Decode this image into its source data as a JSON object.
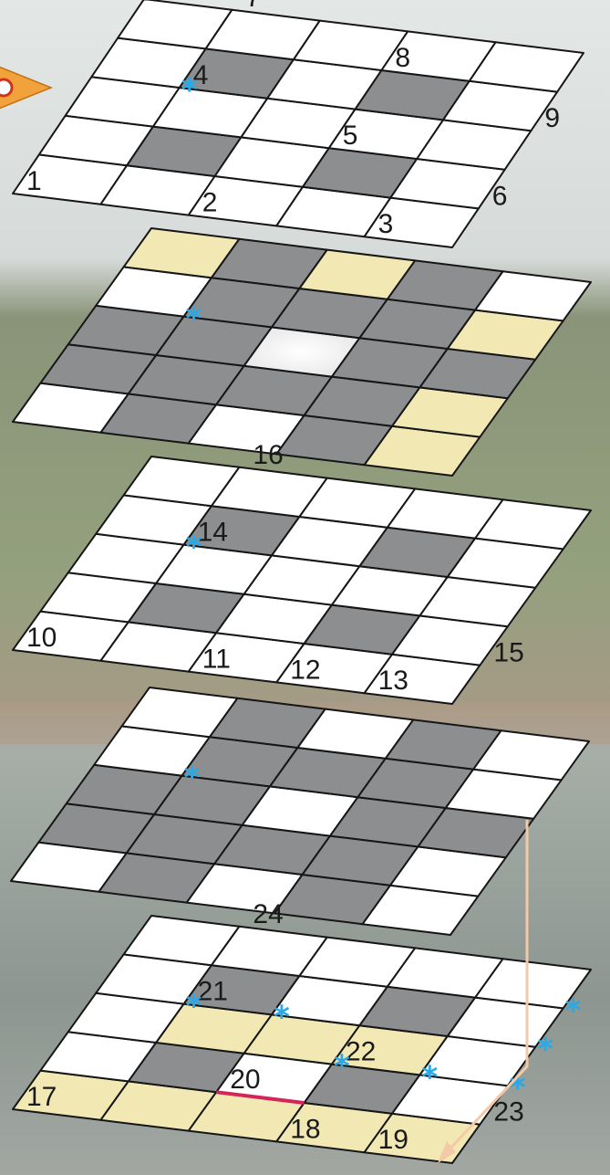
{
  "colors": {
    "white": "#ffffff",
    "gray": "#8d8e90",
    "yellow": "#f1e8b4",
    "line": "#161616",
    "star": "#29a9e8",
    "sky": "#dde2e2",
    "trees": "#7f8a70",
    "water": "#98a19d",
    "arrow": "#f2a23a",
    "guide": "#f4c9a7",
    "red_edge": "#d6245a"
  },
  "icons": {
    "arrow": "orange-pointer-arrow-icon",
    "star": "asterisk-marker-icon",
    "guide": "flow-guide-arrow-icon"
  },
  "star_char": "*",
  "layers": [
    {
      "name": "layer-1",
      "grid": [
        [
          "w",
          "w",
          "w",
          "w",
          "w"
        ],
        [
          "w",
          "g",
          "w",
          "g",
          "w"
        ],
        [
          "w",
          "w",
          "w",
          "w",
          "w"
        ],
        [
          "w",
          "g",
          "w",
          "g",
          "w"
        ],
        [
          "w",
          "w",
          "w",
          "w",
          "w"
        ]
      ],
      "labels": [
        {
          "text": "1",
          "row": 0,
          "col": 0
        },
        {
          "text": "2",
          "row": 0,
          "col": 2
        },
        {
          "text": "3",
          "row": 0,
          "col": 4
        },
        {
          "text": "4",
          "row": 3,
          "col": 1
        },
        {
          "text": "5",
          "row": 2,
          "col": 3
        },
        {
          "text": "6",
          "row": 1,
          "col": 5
        },
        {
          "text": "7",
          "row": 5,
          "col": 1
        },
        {
          "text": "8",
          "row": 4,
          "col": 3
        },
        {
          "text": "9",
          "row": 3,
          "col": 5
        }
      ],
      "stars": [
        {
          "row": 3,
          "col": 1
        }
      ]
    },
    {
      "name": "layer-2",
      "grid": [
        [
          "w",
          "g",
          "w",
          "g",
          "y"
        ],
        [
          "g",
          "g",
          "g",
          "g",
          "y"
        ],
        [
          "g",
          "g",
          "l",
          "g",
          "g"
        ],
        [
          "w",
          "g",
          "g",
          "g",
          "y"
        ],
        [
          "y",
          "g",
          "y",
          "g",
          "w"
        ]
      ],
      "labels": [],
      "stars": [
        {
          "row": 3,
          "col": 1
        }
      ]
    },
    {
      "name": "layer-3",
      "grid": [
        [
          "w",
          "w",
          "w",
          "w",
          "w"
        ],
        [
          "w",
          "g",
          "w",
          "g",
          "w"
        ],
        [
          "w",
          "w",
          "w",
          "w",
          "w"
        ],
        [
          "w",
          "g",
          "w",
          "g",
          "w"
        ],
        [
          "w",
          "w",
          "w",
          "w",
          "w"
        ]
      ],
      "labels": [
        {
          "text": "10",
          "row": 0,
          "col": 0
        },
        {
          "text": "11",
          "row": 0,
          "col": 2
        },
        {
          "text": "12",
          "row": 0,
          "col": 3
        },
        {
          "text": "13",
          "row": 0,
          "col": 4
        },
        {
          "text": "14",
          "row": 3,
          "col": 1
        },
        {
          "text": "15",
          "row": 1,
          "col": 5
        },
        {
          "text": "16",
          "row": 5,
          "col": 1
        }
      ],
      "stars": [
        {
          "row": 3,
          "col": 1
        }
      ]
    },
    {
      "name": "layer-4",
      "grid": [
        [
          "w",
          "g",
          "w",
          "g",
          "w"
        ],
        [
          "g",
          "g",
          "g",
          "g",
          "w"
        ],
        [
          "g",
          "g",
          "w",
          "g",
          "g"
        ],
        [
          "w",
          "g",
          "g",
          "g",
          "w"
        ],
        [
          "w",
          "g",
          "w",
          "g",
          "w"
        ]
      ],
      "labels": [],
      "stars": [
        {
          "row": 3,
          "col": 1
        }
      ]
    },
    {
      "name": "layer-5",
      "grid": [
        [
          "y",
          "y",
          "y",
          "y",
          "y"
        ],
        [
          "w",
          "g",
          "w",
          "g",
          "w"
        ],
        [
          "w",
          "y",
          "y",
          "y",
          "w"
        ],
        [
          "w",
          "g",
          "w",
          "g",
          "w"
        ],
        [
          "w",
          "w",
          "w",
          "w",
          "w"
        ]
      ],
      "labels": [
        {
          "text": "17",
          "row": 0,
          "col": 0
        },
        {
          "text": "18",
          "row": 0,
          "col": 3
        },
        {
          "text": "19",
          "row": 0,
          "col": 4
        },
        {
          "text": "20",
          "row": 1,
          "col": 2
        },
        {
          "text": "21",
          "row": 3,
          "col": 1
        },
        {
          "text": "22",
          "row": 2,
          "col": 3
        },
        {
          "text": "23",
          "row": 1,
          "col": 5
        },
        {
          "text": "24",
          "row": 5,
          "col": 1
        }
      ],
      "stars": [
        {
          "row": 3,
          "col": 1
        },
        {
          "row": 3,
          "col": 2
        },
        {
          "row": 2,
          "col": 3
        },
        {
          "row": 2,
          "col": 4
        },
        {
          "row": 2,
          "col": 5
        },
        {
          "row": 3,
          "col": 5
        },
        {
          "row": 4,
          "col": 5
        }
      ]
    }
  ]
}
